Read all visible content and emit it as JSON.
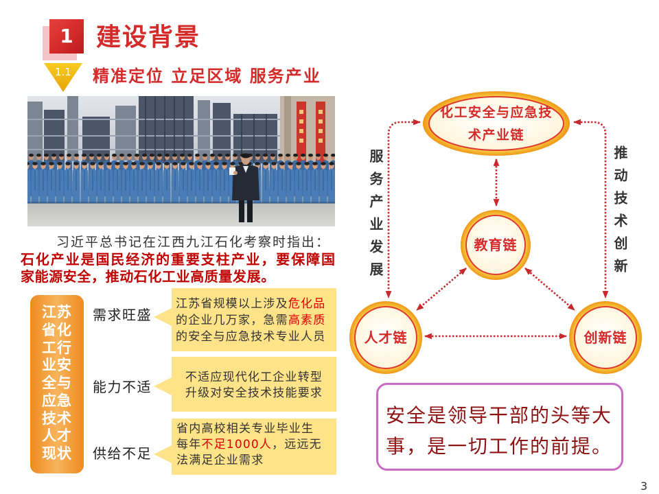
{
  "header": {
    "section_number": "1",
    "section_title": "建设背景",
    "subsection_number": "1.1",
    "subsection_title": "精准定位 立足区域 服务产业"
  },
  "remarks": {
    "lead": "习近平总书记在江西九江石化考察时指出：",
    "emphasis_lines": [
      "石化产业是国民经济的重要支柱产业，要保障国",
      "家能源安全，推动石化工业高质量发展。"
    ]
  },
  "talent_status": {
    "panel_title_lines": [
      "江苏",
      "省化",
      "工行",
      "业安",
      "全与",
      "应急",
      "技术",
      "人才",
      "现状"
    ],
    "items": [
      {
        "label": "需求旺盛",
        "lines": [
          [
            {
              "text": "江苏省规模以上涉及",
              "highlight": false
            },
            {
              "text": "危化品",
              "highlight": true
            }
          ],
          [
            {
              "text": "的企业几万家，急需",
              "highlight": false
            },
            {
              "text": "高素质",
              "highlight": true
            }
          ],
          [
            {
              "text": "的安全与应急技术专业人员",
              "highlight": false
            }
          ]
        ]
      },
      {
        "label": "能力不适",
        "lines": [
          [
            {
              "text": "不适应现代化工企业转型",
              "highlight": false
            }
          ],
          [
            {
              "text": "升级对安全技术技能要求",
              "highlight": false
            }
          ]
        ]
      },
      {
        "label": "供给不足",
        "lines": [
          [
            {
              "text": "省内高校相关专业毕业生",
              "highlight": false
            }
          ],
          [
            {
              "text": "每年",
              "highlight": false
            },
            {
              "text": "不足1000人",
              "highlight": true
            },
            {
              "text": "，远远无",
              "highlight": false
            }
          ],
          [
            {
              "text": "法满足企业需求",
              "highlight": false
            }
          ]
        ]
      }
    ]
  },
  "chain_diagram": {
    "nodes": {
      "industry": {
        "lines": [
          "化工安全与应急技",
          "术产业链"
        ]
      },
      "education": {
        "label": "教育链"
      },
      "talent": {
        "label": "人才链"
      },
      "innovation": {
        "label": "创新链"
      }
    },
    "left_link_label": "服务产业发展",
    "right_link_label": "推动技术创新"
  },
  "motto": {
    "lines": [
      "安全是领导干部的头等大",
      "事，是一切工作的前提。"
    ]
  },
  "page_number": "3",
  "colors": {
    "accent_red": "#d42a2a",
    "emphasis_red": "#c00000",
    "panel_orange": "#ef8a1f",
    "callout_yellow": "#ffe389",
    "arrow_red": "#c8282b",
    "motto_border": "#c96ac6",
    "motto_text": "#8e1212"
  }
}
